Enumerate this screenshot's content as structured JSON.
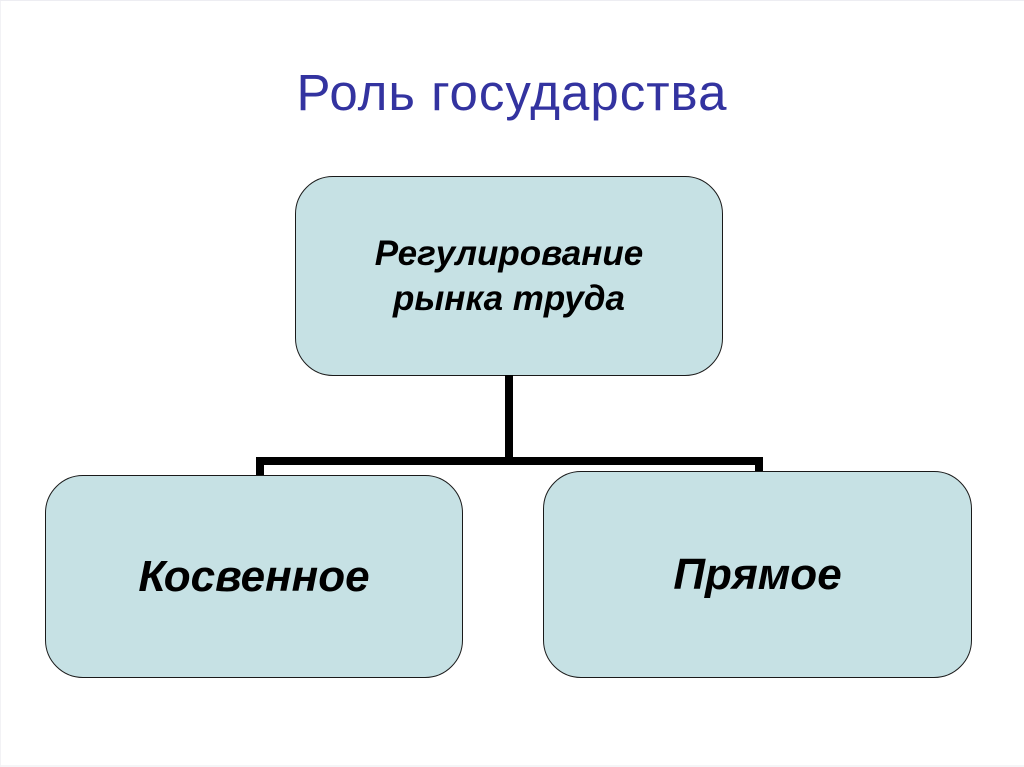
{
  "slide": {
    "title": "Роль государства"
  },
  "diagram": {
    "type": "hierarchy",
    "root": {
      "label": "Регулирование рынка труда"
    },
    "children": [
      {
        "label": "Косвенное"
      },
      {
        "label": "Прямое"
      }
    ]
  },
  "colors": {
    "title_text": "#3333A0",
    "node_fill": "#C6E1E4",
    "node_border": "#1A1A1A",
    "node_text": "#000000",
    "connector": "#000000",
    "background": "#FFFFFF"
  }
}
